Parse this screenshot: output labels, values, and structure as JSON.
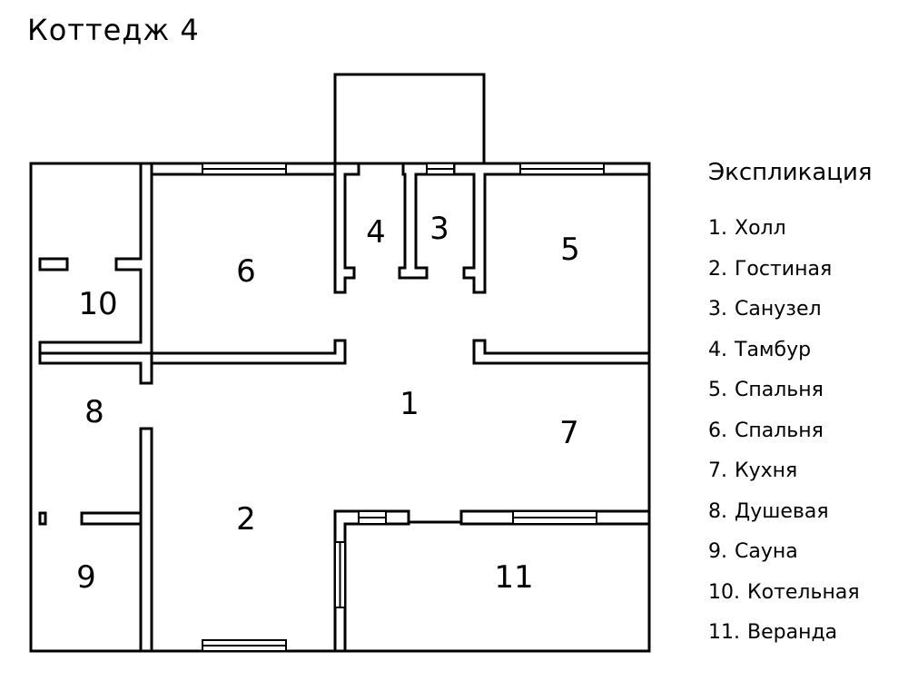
{
  "title": "Коттедж 4",
  "legend": {
    "title": "Экспликация",
    "items": [
      {
        "num": "1.",
        "name": "Холл"
      },
      {
        "num": "2.",
        "name": "Гостиная"
      },
      {
        "num": "3.",
        "name": "Санузел"
      },
      {
        "num": "4.",
        "name": "Тамбур"
      },
      {
        "num": "5.",
        "name": "Спальня"
      },
      {
        "num": "6.",
        "name": "Спальня"
      },
      {
        "num": "7.",
        "name": "Кухня"
      },
      {
        "num": "8.",
        "name": "Душевая"
      },
      {
        "num": "9.",
        "name": "Сауна"
      },
      {
        "num": "10.",
        "name": "Котельная"
      },
      {
        "num": "11.",
        "name": "Веранда"
      }
    ]
  },
  "rooms": [
    {
      "id": "room-1",
      "label": "1"
    },
    {
      "id": "room-2",
      "label": "2"
    },
    {
      "id": "room-3",
      "label": "3"
    },
    {
      "id": "room-4",
      "label": "4"
    },
    {
      "id": "room-5",
      "label": "5"
    },
    {
      "id": "room-6",
      "label": "6"
    },
    {
      "id": "room-7",
      "label": "7"
    },
    {
      "id": "room-8",
      "label": "8"
    },
    {
      "id": "room-9",
      "label": "9"
    },
    {
      "id": "room-10",
      "label": "10"
    },
    {
      "id": "room-11",
      "label": "11"
    }
  ],
  "colors": {
    "line": "#000000",
    "background": "#ffffff"
  }
}
